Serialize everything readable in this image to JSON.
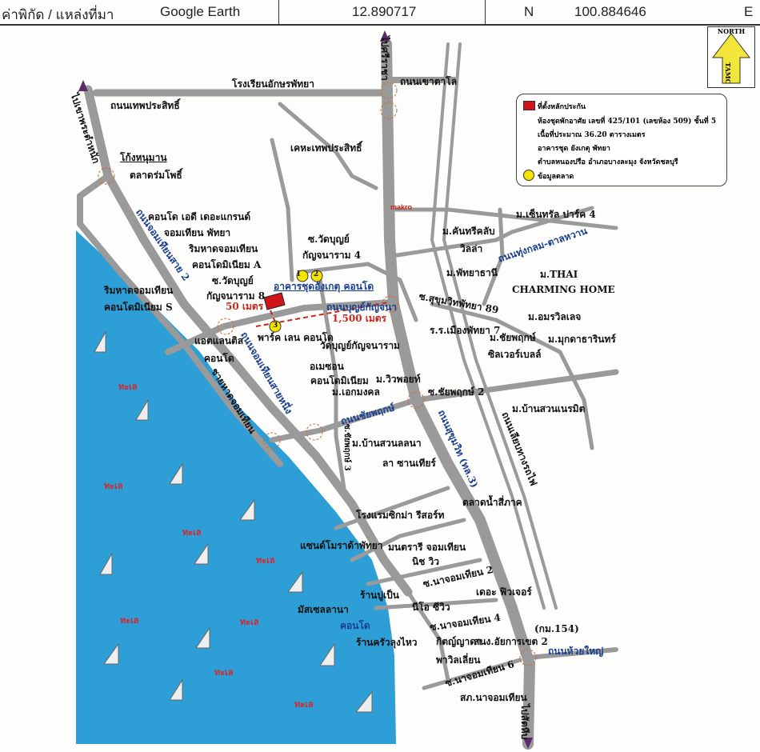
{
  "header": {
    "title": "ค่าพิกัด / แหล่งที่มา",
    "source": "Google Earth",
    "latitude": "12.890717",
    "lat_dir": "N",
    "longitude": "100.884646",
    "lon_dir": "E"
  },
  "north_badge": {
    "top": "NORTH",
    "bottom": "TAMC"
  },
  "legend": {
    "collateral_label": "ที่ตั้งหลักประกัน",
    "line1": "ห้องชุดพักอาศัย เลขที่ 425/101 (เลขห้อง 509) ชั้นที่ 5",
    "line2": "เนื้อที่ประมาณ 36.20 ตารางเมตร",
    "line3": "อาคารชุด ยังเกตุ พัทยา",
    "line4": "ตำบลหนองปรือ อำเภอบางละมุง จังหวัดชลบุรี",
    "market_label": "ข้อมูลตลาด",
    "collateral_color": "#d0141a",
    "market_color": "#f5e400"
  },
  "markers": [
    "1",
    "2",
    "3"
  ],
  "labels": {
    "to_sriracha": "ไปศรีราชา",
    "to_khao_phra": "ไปเขาพระตำหนัก",
    "school_aksorn": "โรงเรียนอักษรพัทยา",
    "thepprasit_rd": "ถนนเทพประสิทธิ์",
    "khao_talo_rd": "ถนนเขาตาโล",
    "kheha": "เคหะเทพประสิทธิ์",
    "kong_hanuman": "โก้งหนุมาน",
    "rom_pho_market": "ตลาดร่มโพธิ์",
    "ad_grand": "คอนโด เอดี เดอะแกรนด์",
    "jomtien_pattaya": "จอมเทียน พัทยา",
    "rimhad_a1": "ริมหาดจอมเทียน",
    "condo_a": "คอนโดมิเนียม A",
    "soi_wat8a": "ซ.วัดบุญย์",
    "soi_wat8b": "กัญจนาราม 8",
    "soi_wat4a": "ซ.วัดบุญย์",
    "soi_wat4b": "กัญจนาราม 4",
    "subject_building": "อาคารชุดอังเกตุ คอนโด",
    "dist_50": "50 เมตร",
    "bunkanjana_rd": "ถนนบุญย์กัญจนา",
    "dist_1500": "1,500 เมตร",
    "soi_sukhumvit89": "ซ.สุขุมวิทพัทยา 89",
    "school_7": "ร.ร.เมืองพัทยา 7",
    "park_lane": "พาร์ค เลน คอนโด",
    "wat_bun": "วัดบุญย์กัญจนาราม",
    "atlantis1": "แอตแลนติส",
    "atlantis2": "คอนโด",
    "amazon1": "อเมซอน",
    "amazon2": "คอนโดมิเนียม",
    "viewpoint": "ม.วิวพอยท์",
    "ekmongkol": "ม.เอกมงคล",
    "chaiyapruek_rd": "ถนนชัยพฤกษ์",
    "soi_chaiyapruek2": "ซ.ชัยพฤกษ์ 2",
    "rimhad_s1": "ริมหาดจอมเทียน",
    "condo_s": "คอนโดมิเนียม S",
    "suan_lalana": "ม.บ้านสวนลลนา",
    "la_santir": "ลา ซานเทียร์",
    "soi_chaiyapruek3": "ซ.ชัยพฤกษ์ 3",
    "sukhumvit_rd": "ถนนสุขุมวิท (ทล.3)",
    "railway_rd": "ถนนเลียบทางรถไฟ",
    "floating_market": "ตลาดน้ำสี่ภาค",
    "sigma_resort": "โรงแรมซิกม่า รีสอร์ท",
    "sand_morada": "แซนด์โมราด้าพัทยา",
    "montara": "มนตรารี จอมเทียน",
    "niche_view": "นิช วิว",
    "soi_na2": "ซ.นาจอมเทียน 2",
    "the_future": "เดอะ ฟิวเจอร์",
    "pu_pen": "ร้านปูเป็น",
    "mussel1": "มัสเซลลานา",
    "mussel2": "คอนโด",
    "neo_seaview": "นีโอ ซีวิว",
    "soi_na4": "ซ.นาจอมเทียน 4",
    "krua_lung": "ร้านครัวลุงไหว",
    "km154": "(กม.154)",
    "kittiyada": "กิตญ์ญาดา",
    "prosecutor": "สนง.อัยการเขต 2",
    "huai_yai_rd": "ถนนห้วยใหญ่",
    "pavilion": "พาวิลเลี่ยน",
    "soi_na6": "ซ.นาจอมเทียน 6",
    "police": "สภ.นาจอมเทียน",
    "to_sattahip": "ไปสัตหีบ",
    "central_park": "ม.เซ็นทรัล ปาร์ค 4",
    "country_club1": "ม.คันทรีคลับ",
    "country_club2": "วิลล่า",
    "thungklom_rd": "ถนนทุ่งกลม-ตาลหวาน",
    "pattaya_thani": "ม.พัทยาธานี",
    "thai1": "ม.THAI",
    "thai2": "CHARMING HOME",
    "amorn": "ม.อมรวิลเลจ",
    "chaiyapruek_vil": "ม.ชัยพฤกษ์",
    "mukda": "ม.มุกดาธารินทร์",
    "silver_bell": "ซิลเวอร์เบลล์",
    "suan_neramit": "ม.บ้านสวนเนรมิต",
    "makro": "makro",
    "jomtien2_rd": "ถนนจอมเทียนสาย 2",
    "jomtien1_rd": "ถนนจอมเทียนสายหนึ่ง",
    "jomtien_beach": "ชายหาดจอมเทียน",
    "sea": "ทะเล"
  },
  "colors": {
    "sea": "#2d9fd6",
    "road": "#9a9a9a",
    "accent_red": "#c8261e",
    "road_label_blue": "#1a3f8f"
  }
}
